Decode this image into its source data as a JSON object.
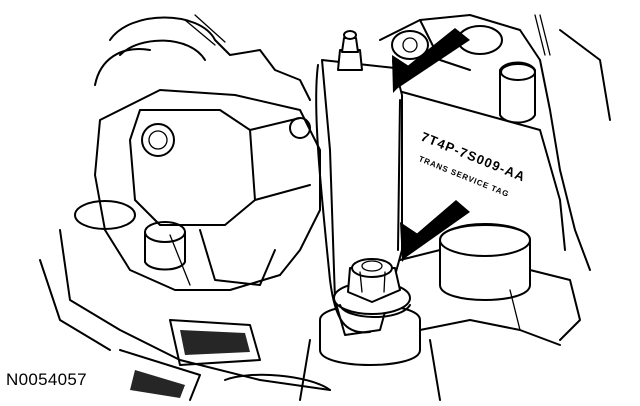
{
  "figure_id": "N0054057",
  "tag_part_number": "7T4P-7S009-AA",
  "tag_caption": "TRANS SERVICE TAG"
}
